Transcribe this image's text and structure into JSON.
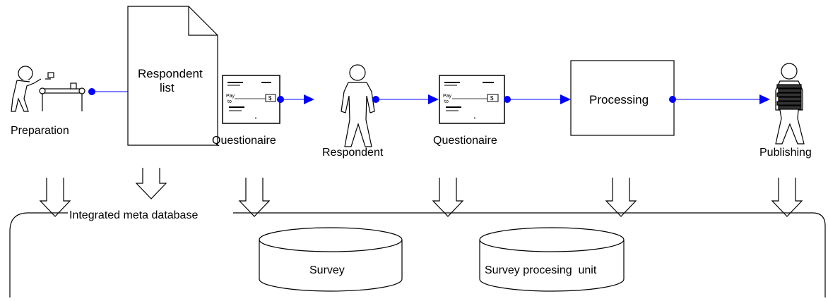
{
  "nodes": {
    "preparation": {
      "label": "Preparation"
    },
    "respondent_list": {
      "label_line1": "Respondent",
      "label_line2": "list"
    },
    "questionaire_1": {
      "label": "Questionaire",
      "check_text_pay": "Pay",
      "check_text_to": "to",
      "check_text_amount": "$"
    },
    "respondent": {
      "label": "Respondent"
    },
    "questionaire_2": {
      "label": "Questionaire",
      "check_text_pay": "Pay",
      "check_text_to": "to",
      "check_text_amount": "$"
    },
    "processing": {
      "label": "Processing"
    },
    "publishing": {
      "label": "Publishing"
    }
  },
  "database": {
    "label": "Integrated meta database",
    "cylinders": [
      {
        "label": "Survey"
      },
      {
        "label": "Survey procesing  unit"
      }
    ]
  },
  "colors": {
    "flow_arrow": "#0000ff",
    "outline": "#000000",
    "background": "#ffffff"
  }
}
